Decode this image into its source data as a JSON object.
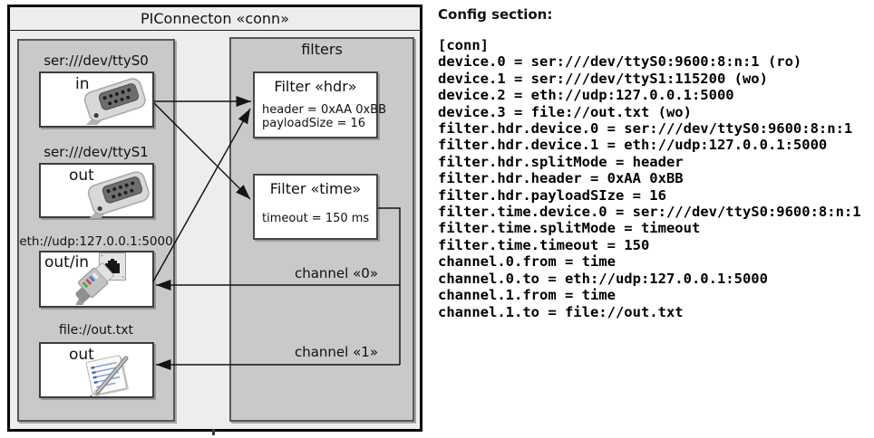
{
  "diagram": {
    "title": "PIConnecton «conn»",
    "devices_panel": {
      "devices": [
        {
          "label": "ser:///dev/ttyS0",
          "port": "in",
          "icon": "serial-connector-icon"
        },
        {
          "label": "ser:///dev/ttyS1",
          "port": "out",
          "icon": "serial-connector-icon"
        },
        {
          "label": "eth://udp:127.0.0.1:5000",
          "port": "out/in",
          "icon": "ethernet-plug-icon"
        },
        {
          "label": "file://out.txt",
          "port": "out",
          "icon": "notepad-icon"
        }
      ]
    },
    "filters_panel": {
      "title": "filters",
      "filters": [
        {
          "title": "Filter «hdr»",
          "props": [
            "header = 0xAA 0xBB",
            "payloadSize = 16"
          ]
        },
        {
          "title": "Filter «time»",
          "props": [
            "timeout = 150 ms"
          ]
        }
      ]
    },
    "channels": [
      {
        "label": "channel «0»"
      },
      {
        "label": "channel «1»"
      }
    ]
  },
  "config": {
    "heading": "Config section:",
    "lines": [
      "[conn]",
      "device.0 = ser:///dev/ttyS0:9600:8:n:1 (ro)",
      "device.1 = ser:///dev/ttyS1:115200 (wo)",
      "device.2 = eth://udp:127.0.0.1:5000",
      "device.3 = file://out.txt (wo)",
      "filter.hdr.device.0 = ser:///dev/ttyS0:9600:8:n:1",
      "filter.hdr.device.1 = eth://udp:127.0.0.1:5000",
      "filter.hdr.splitMode = header",
      "filter.hdr.header = 0xAA 0xBB",
      "filter.hdr.payloadSIze = 16",
      "filter.time.device.0 = ser:///dev/ttyS0:9600:8:n:1",
      "filter.time.splitMode = timeout",
      "filter.time.timeout = 150",
      "channel.0.from = time",
      "channel.0.to = eth://udp:127.0.0.1:5000",
      "channel.1.from = time",
      "channel.1.to = file://out.txt"
    ]
  },
  "colors": {
    "frame_fill": "#ededed",
    "panel_fill": "#c9c9c9",
    "box_fill": "#ffffff",
    "line": "#141414"
  }
}
